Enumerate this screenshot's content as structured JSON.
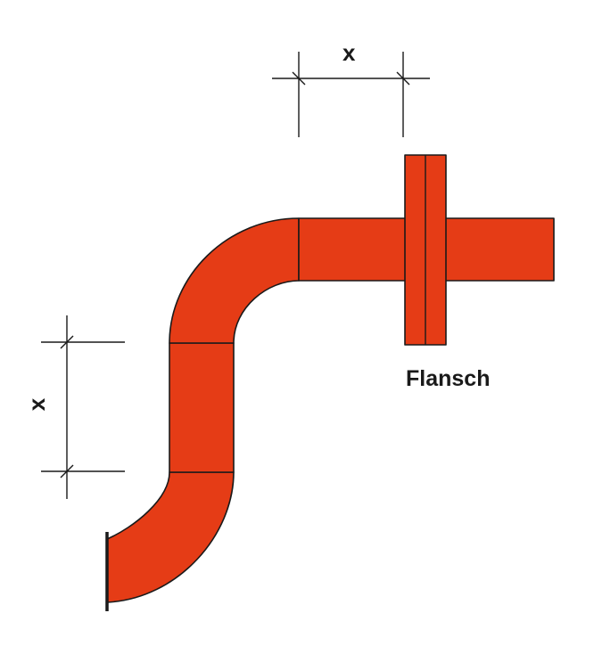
{
  "diagram": {
    "dimension_top_label": "x",
    "dimension_left_label": "x",
    "flange_label": "Flansch"
  },
  "colors": {
    "pipe_fill": "#E53C16",
    "outline": "#1a1a1a",
    "background": "#ffffff"
  }
}
